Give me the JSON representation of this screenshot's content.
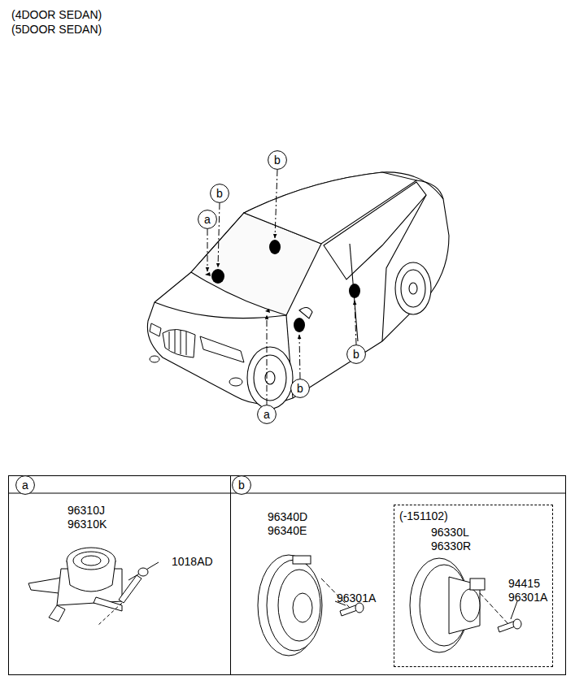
{
  "diagram": {
    "title": "(4DOOR SEDAN) (5DOOR SEDAN)",
    "nodes": [
      {
        "text": [
          "b"
        ]
      },
      {
        "text": [
          "b"
        ]
      },
      {
        "text": [
          "a"
        ]
      },
      {
        "text": [
          "b"
        ]
      },
      {
        "text": [
          "b"
        ]
      },
      {
        "text": [
          "a"
        ]
      },
      {
        "text": [
          "96310J 96310K",
          "1018AD"
        ]
      },
      {
        "text": [
          "a"
        ],
        "in": 6
      },
      {
        "text": [
          "96340D 96340E",
          "96301A"
        ]
      },
      {
        "text": [
          "b"
        ],
        "in": 8
      },
      {
        "text": [
          "(-151102)",
          "96330L 96330R",
          "94415 96301A"
        ],
        "in": 8
      }
    ]
  }
}
